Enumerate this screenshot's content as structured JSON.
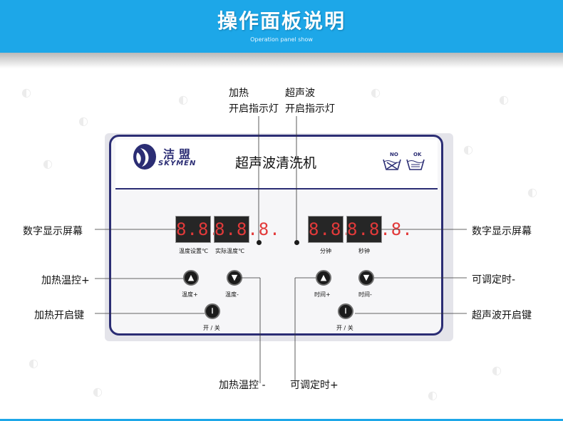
{
  "banner": {
    "title": "操作面板说明",
    "subtitle": "Operation panel show",
    "color": "#1da7e8"
  },
  "panel": {
    "logo_cn": "洁盟",
    "logo_en": "SKYMEN",
    "device_name": "超声波清洗机",
    "icon_no": "NO",
    "icon_ok": "OK",
    "border_color": "#2b2d74",
    "displays": {
      "temp_set": "8.8.8.",
      "temp_actual": "8.8.8.",
      "minutes": "8.8.8.",
      "seconds": "8.8.8."
    },
    "labels": {
      "temp_set": "温度设置℃",
      "temp_actual": "实际温度℃",
      "minutes": "分钟",
      "seconds": "秒钟",
      "temp_up": "温度+",
      "temp_down": "温度-",
      "time_up": "时间+",
      "time_down": "时间-",
      "heat_power": "开 / 关",
      "ultra_power": "开 / 关"
    }
  },
  "annotations": {
    "left_display": "数字显示屏幕",
    "heat_temp_up": "加热温控+",
    "heat_on_key": "加热开启键",
    "heat_indicator_line1": "加热",
    "heat_indicator_line2": "开启指示灯",
    "ultra_indicator_line1": "超声波",
    "ultra_indicator_line2": "开启指示灯",
    "right_display": "数字显示屏幕",
    "time_down": "可调定时-",
    "ultra_on_key": "超声波开启键",
    "heat_temp_down": "加热温控 -",
    "time_up": "可调定时+"
  }
}
